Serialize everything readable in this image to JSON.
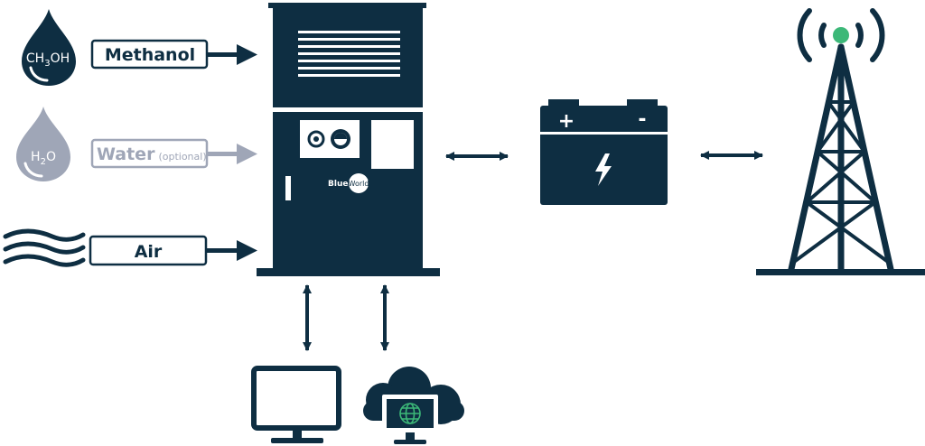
{
  "colors": {
    "primary": "#0e2e42",
    "muted": "#9fa6b7",
    "green": "#3cb878",
    "white": "#ffffff"
  },
  "inputs": {
    "methanol": {
      "drop_prefix": "CH",
      "drop_sub": "3",
      "drop_suffix": "OH",
      "label": "Methanol"
    },
    "water": {
      "drop_prefix": "H",
      "drop_sub": "2",
      "drop_suffix": "O",
      "label": "Water",
      "note": "(optional)"
    },
    "air": {
      "label": "Air"
    }
  },
  "fuel_cell": {
    "logo_left": "Blue",
    "logo_right": "World"
  },
  "battery": {
    "plus": "+",
    "minus": "-"
  },
  "icons": [
    "droplet-icon",
    "waves-icon",
    "arrow-right-icon",
    "double-arrow-icon",
    "fuel-cell-unit-icon",
    "battery-icon",
    "lightning-icon",
    "radio-tower-icon",
    "monitor-icon",
    "cloud-icon",
    "globe-icon"
  ]
}
